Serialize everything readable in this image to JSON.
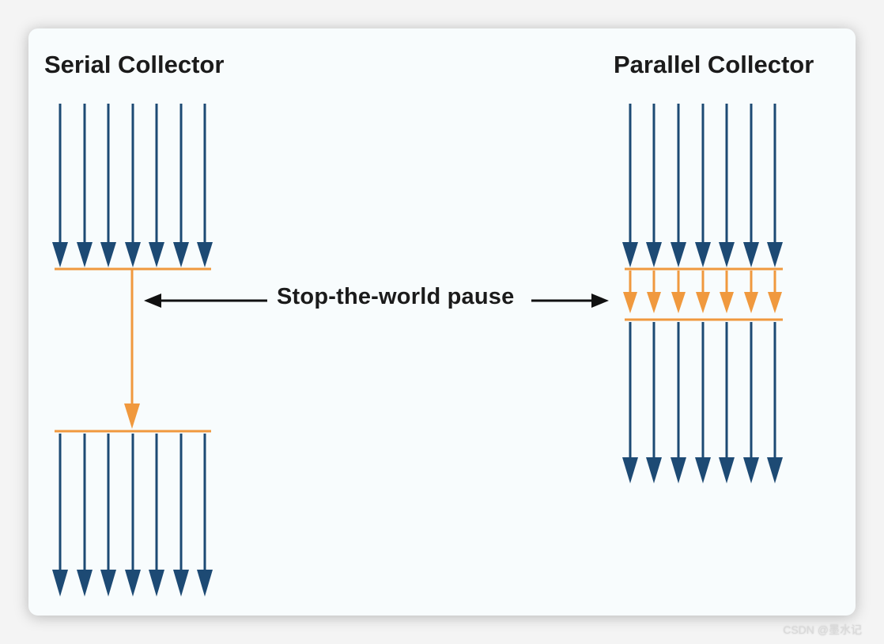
{
  "diagram": {
    "serial_title": "Serial Collector",
    "parallel_title": "Parallel Collector",
    "pause_label": "Stop-the-world pause",
    "colors": {
      "thread": "#1d4a74",
      "gc": "#f0993e",
      "connector": "#111111",
      "background": "#f8fcfd"
    }
  },
  "watermark": "CSDN @墨水记"
}
